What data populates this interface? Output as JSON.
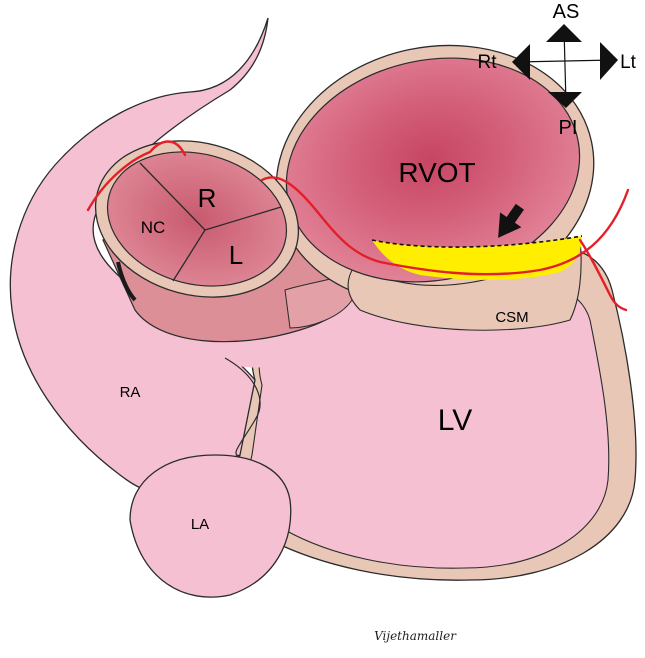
{
  "labels": {
    "rvot": "RVOT",
    "lv": "LV",
    "ra": "RA",
    "la": "LA",
    "csm": "CSM",
    "cusp_r": "R",
    "cusp_l": "L",
    "cusp_nc": "NC"
  },
  "orientation": {
    "anterior_superior": "AS",
    "posterior_inferior": "PI",
    "right": "Rt",
    "left": "Lt"
  },
  "signature": "Vijethamaller",
  "colors": {
    "chamber_pink": "#f6c0d3",
    "wall_tan": "#e8c7b6",
    "lumen_red": "#d4506b",
    "annotation_red": "#e3202a",
    "highlight_yellow": "#ffee00"
  }
}
